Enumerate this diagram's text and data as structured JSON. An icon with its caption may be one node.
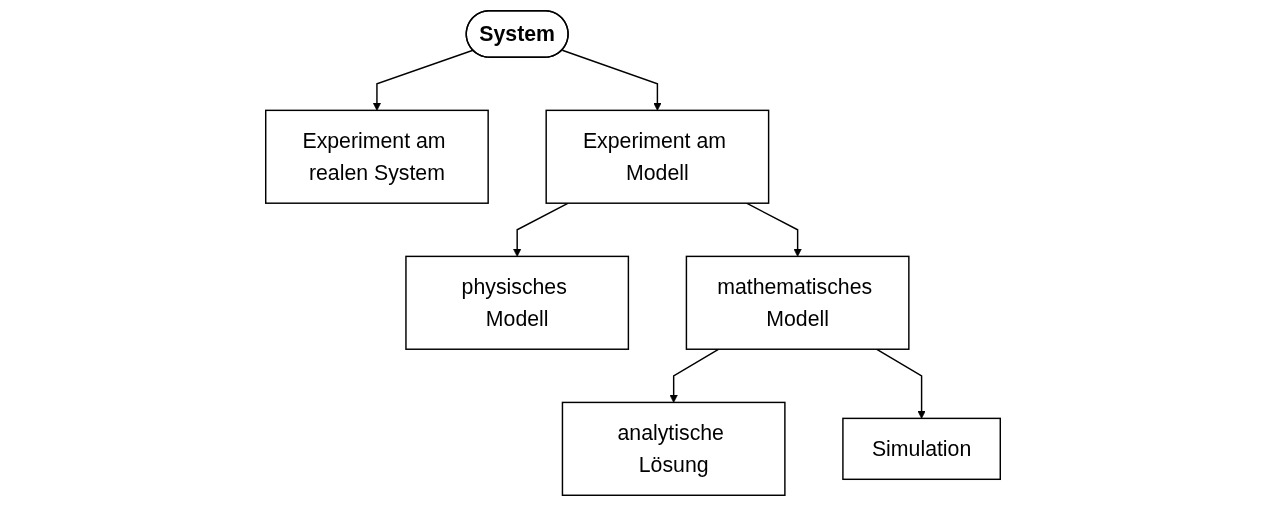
{
  "diagram": {
    "nodes": [
      {
        "text": [
          "System"
        ]
      },
      {
        "text": [
          "Experiment am realen System"
        ]
      },
      {
        "text": [
          "Experiment am Modell"
        ]
      },
      {
        "text": [
          "physisches Modell"
        ]
      },
      {
        "text": [
          "mathematisches Modell"
        ]
      },
      {
        "text": [
          "analytische Lösung"
        ]
      },
      {
        "text": [
          "Simulation"
        ]
      }
    ],
    "edges": [
      {
        "from": 0,
        "to": 1,
        "arrow": "to"
      },
      {
        "from": 0,
        "to": 2,
        "arrow": "to"
      },
      {
        "from": 2,
        "to": 3,
        "arrow": "to"
      },
      {
        "from": 2,
        "to": 4,
        "arrow": "to"
      },
      {
        "from": 4,
        "to": 5,
        "arrow": "to"
      },
      {
        "from": 4,
        "to": 6,
        "arrow": "to"
      }
    ]
  }
}
